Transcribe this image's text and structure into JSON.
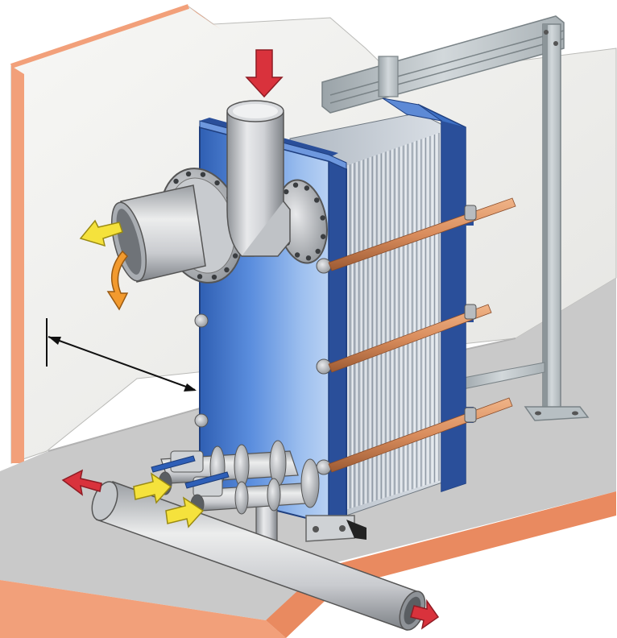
{
  "image_type": "illustration",
  "components": {
    "heat_exchanger": {
      "icon": "plate-heat-exchanger-icon",
      "plate_count_visible": 42
    },
    "support_frame": {
      "icon": "steel-frame-icon"
    },
    "tie_bars": {
      "count": 3
    },
    "inlet_pipe": {
      "icon": "inlet-pipe-icon"
    },
    "outlet_pipe_left": {
      "icon": "outlet-pipe-icon"
    },
    "bottom_manifold": {
      "icon": "manifold-pipe-icon"
    },
    "ball_valves": {
      "count": 2
    },
    "clearance_dimension": {
      "icon": "dimension-arrow-icon"
    }
  },
  "flow_arrows": [
    {
      "name": "hot-inlet-arrow",
      "color": "#d9323c"
    },
    {
      "name": "outlet-arrow-yellow",
      "color": "#f5e23c"
    },
    {
      "name": "outlet-arrow-orange",
      "color": "#f29a2e"
    },
    {
      "name": "cold-inlet-arrow-1",
      "color": "#f5e23c"
    },
    {
      "name": "cold-inlet-arrow-2",
      "color": "#f5e23c"
    },
    {
      "name": "manifold-outlet-arrow-left",
      "color": "#d9323c"
    },
    {
      "name": "manifold-outlet-arrow-right",
      "color": "#d9323c"
    }
  ],
  "colors": {
    "wall": "#f1f1ee",
    "wall_edge": "#f2a07a",
    "floor": "#c9c9c9",
    "frame_blue": "#3d70c4",
    "frame_blue_dark": "#2a4f9a",
    "plates": "#c4cdd6",
    "support_steel": "#bfc8cd",
    "pipe_gray": "#d3d5d8",
    "copper": "#d98d5d"
  }
}
